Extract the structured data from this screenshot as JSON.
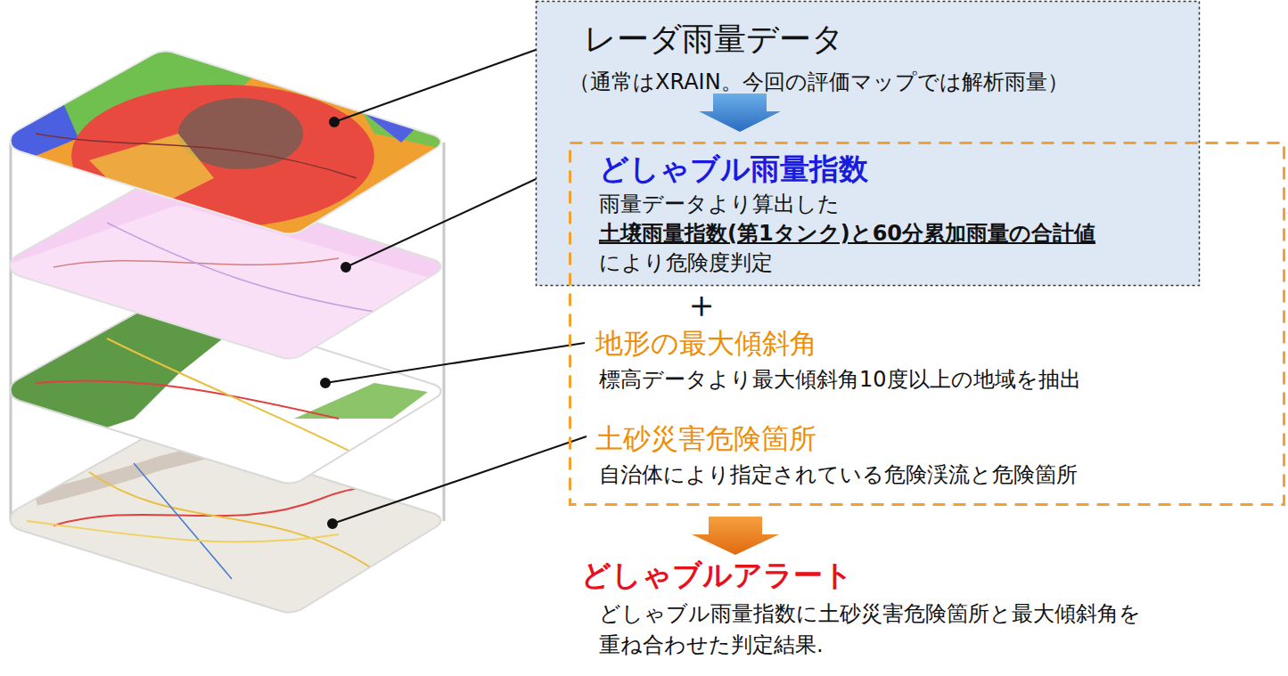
{
  "diagram": {
    "nodes": [
      {
        "text": [
          "レーダ雨量データ",
          "（通常はXRAIN。今回の評価マップでは解析雨量）"
        ]
      },
      {
        "text": [
          "どしゃブル雨量指数",
          "雨量データより算出した",
          "土壌雨量指数(第1タンク)と60分累加雨量の合計値",
          "により危険度判定",
          "＋",
          "地形の最大傾斜角",
          "標高データより最大傾斜角10度以上の地域を抽出",
          "土砂災害危険箇所",
          "自治体により指定されている危険渓流と危険箇所"
        ]
      }
    ],
    "labels": [
      "どしゃブルアラート",
      "どしゃブル雨量指数に土砂災害危険箇所と最大傾斜角を 重ね合わせた判定結果."
    ]
  }
}
